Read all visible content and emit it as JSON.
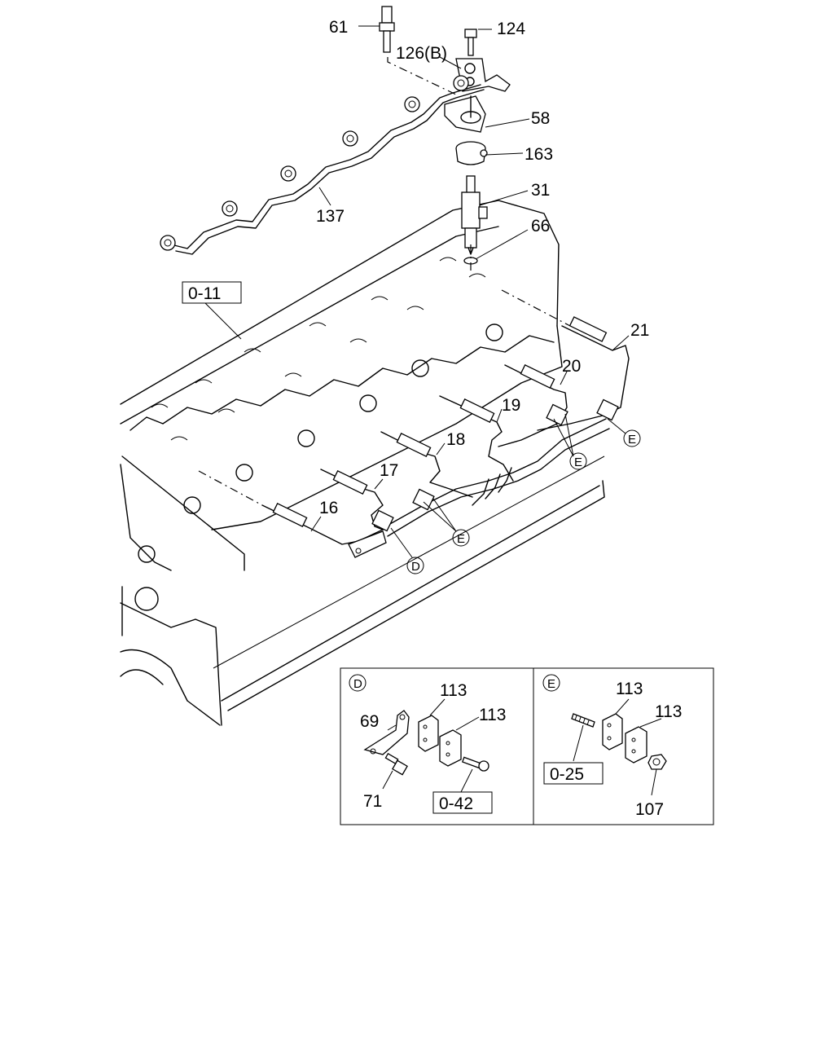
{
  "labels": {
    "p61": "61",
    "p124": "124",
    "p126": "126(B)",
    "p58": "58",
    "p163": "163",
    "p31": "31",
    "p66": "66",
    "p137": "137",
    "p21": "21",
    "p20": "20",
    "p19": "19",
    "p18": "18",
    "p17": "17",
    "p16": "16",
    "d113a": "113",
    "d113b": "113",
    "d69": "69",
    "d71": "71",
    "e113a": "113",
    "e113b": "113",
    "e107": "107"
  },
  "refs": {
    "r011": "0-11",
    "r042": "0-42",
    "r025": "0-25"
  },
  "callouts": {
    "D": "D",
    "E": "E"
  },
  "panels": {
    "d_title": "D",
    "e_title": "E"
  }
}
